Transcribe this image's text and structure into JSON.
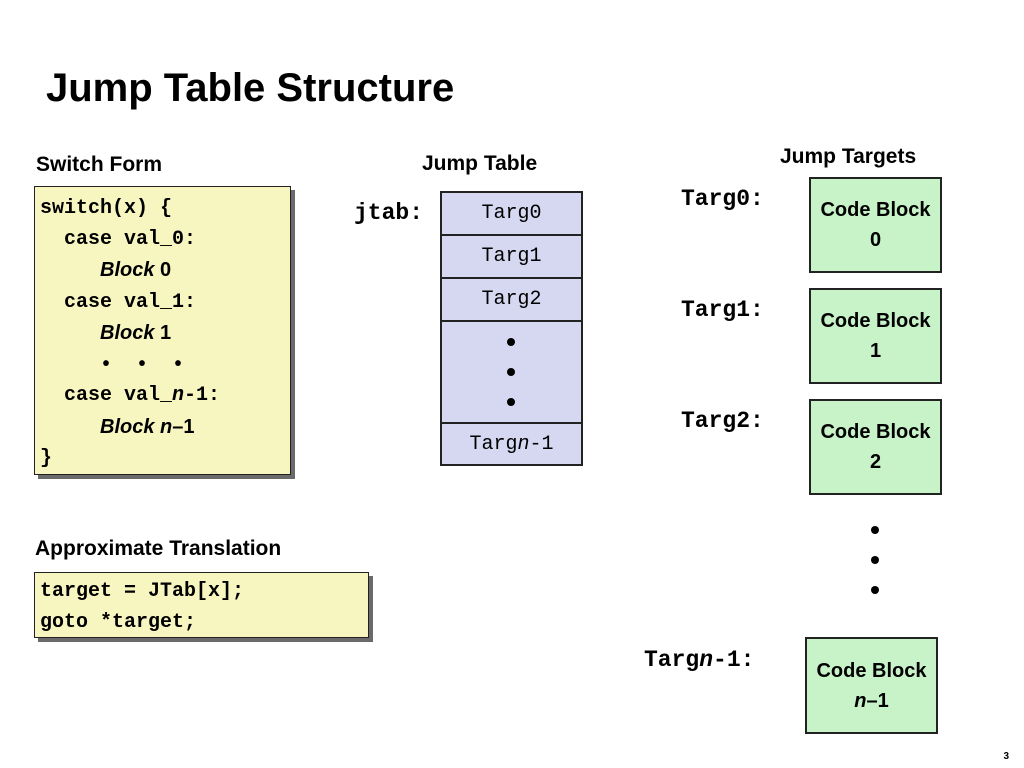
{
  "title": "Jump Table Structure",
  "switch_form": {
    "label": "Switch Form",
    "lines": {
      "l1": "switch(x) {",
      "l2": "  case val_0:",
      "block_word": "Block",
      "block0_num": "0",
      "l4": "  case val_1:",
      "block1_num": "1",
      "dots": "•  •  •",
      "l7_pre": "  case val_",
      "l7_n": "n",
      "l7_post": "-1:",
      "blockn_n": "n",
      "blockn_suffix": "–1",
      "l9": "}"
    }
  },
  "translation": {
    "label": "Approximate Translation",
    "line1": "target = JTab[x];",
    "line2": "goto *target;"
  },
  "jump_table": {
    "label": "Jump Table",
    "pointer": "jtab:",
    "entries": [
      "Targ0",
      "Targ1",
      "Targ2"
    ],
    "last_prefix": "Targ",
    "last_n": "n",
    "last_suffix": "-1"
  },
  "jump_targets": {
    "label": "Jump Targets",
    "targets": [
      {
        "label": "Targ0:",
        "line1": "Code Block",
        "line2": "0"
      },
      {
        "label": "Targ1:",
        "line1": "Code Block",
        "line2": "1"
      },
      {
        "label": "Targ2:",
        "line1": "Code Block",
        "line2": "2"
      }
    ],
    "last": {
      "label_prefix": "Targ",
      "label_n": "n",
      "label_suffix": "-1:",
      "line1": "Code Block",
      "line2_n": "n",
      "line2_suffix": "–1"
    }
  },
  "page_number": "3"
}
